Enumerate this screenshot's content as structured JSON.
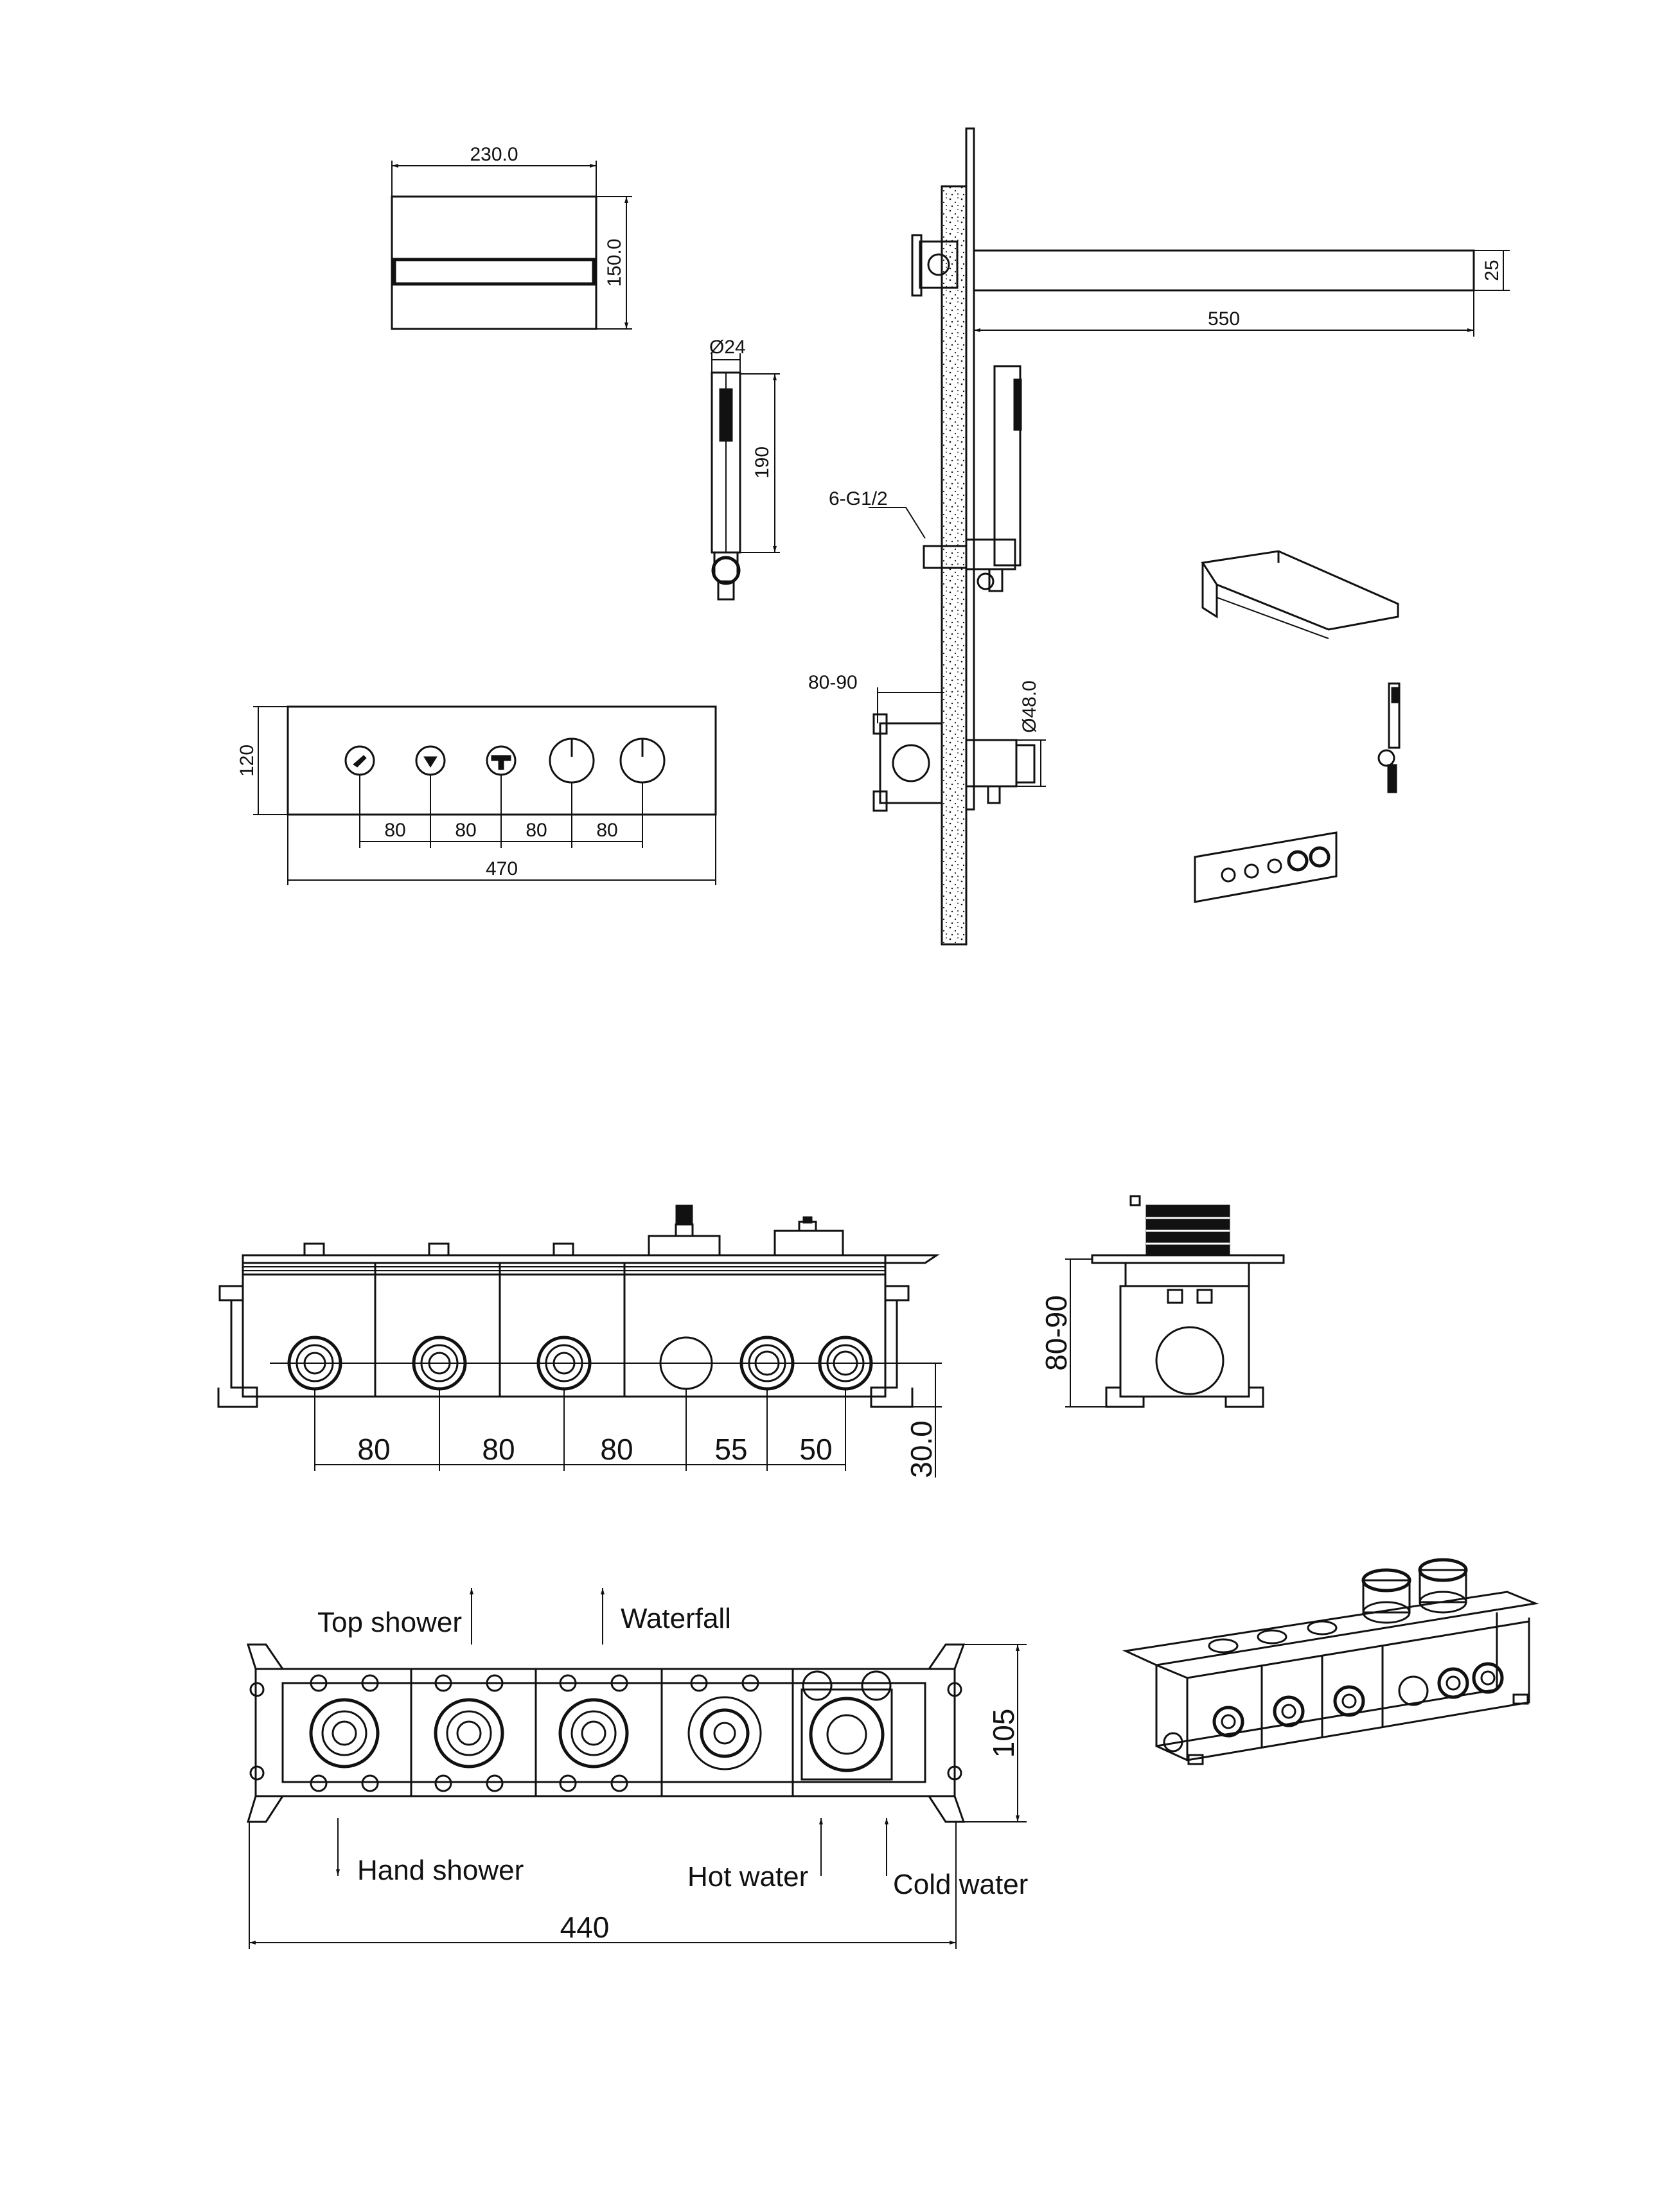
{
  "top_views": {
    "cover_plate": {
      "width": "230.0",
      "height": "150.0"
    },
    "hand_shower": {
      "diameter": "Ø24",
      "length": "190"
    },
    "spout": {
      "length": "550",
      "height": "25",
      "thread": "6-G1/2"
    },
    "wall_depth": {
      "depth": "80-90",
      "outlet_diameter": "Ø48.0"
    },
    "control_panel": {
      "height": "120",
      "spacings": [
        "80",
        "80",
        "80",
        "80"
      ],
      "total_width": "470"
    }
  },
  "valve_front": {
    "spacings": [
      "80",
      "80",
      "80",
      "55",
      "50"
    ],
    "depth_offset": "30.0"
  },
  "valve_side": {
    "depth": "80-90"
  },
  "valve_back": {
    "labels": {
      "top_shower": "Top shower",
      "waterfall": "Waterfall",
      "hand_shower": "Hand shower",
      "hot_water": "Hot water",
      "cold_water": "Cold water"
    },
    "width": "440",
    "height": "105"
  }
}
